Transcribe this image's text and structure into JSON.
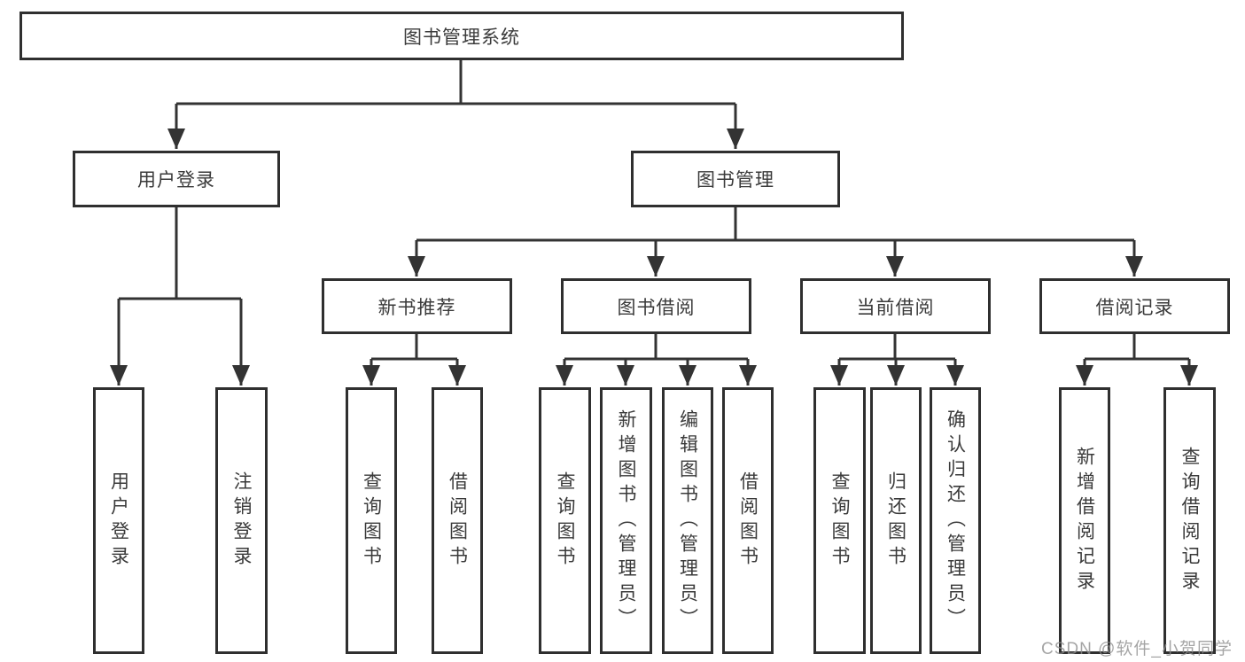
{
  "diagram": {
    "root": {
      "label": "图书管理系统"
    },
    "level2": [
      {
        "label": "用户登录",
        "children": [
          "用户登录",
          "注销登录"
        ]
      },
      {
        "label": "图书管理"
      }
    ],
    "level3": [
      {
        "label": "新书推荐",
        "children": [
          "查询图书",
          "借阅图书"
        ]
      },
      {
        "label": "图书借阅",
        "children": [
          "查询图书",
          "新增图书（管理员）",
          "编辑图书（管理员）",
          "借阅图书"
        ]
      },
      {
        "label": "当前借阅",
        "children": [
          "查询图书",
          "归还图书",
          "确认归还（管理员）"
        ]
      },
      {
        "label": "借阅记录",
        "children": [
          "新增借阅记录",
          "查询借阅记录"
        ]
      }
    ]
  },
  "watermark": "CSDN @软件_小贺同学",
  "colors": {
    "line": "#333333",
    "box_border": "#2f2f2f",
    "text": "#3a3a3a",
    "watermark_text": "#8f8f8f",
    "background": "#ffffff"
  }
}
